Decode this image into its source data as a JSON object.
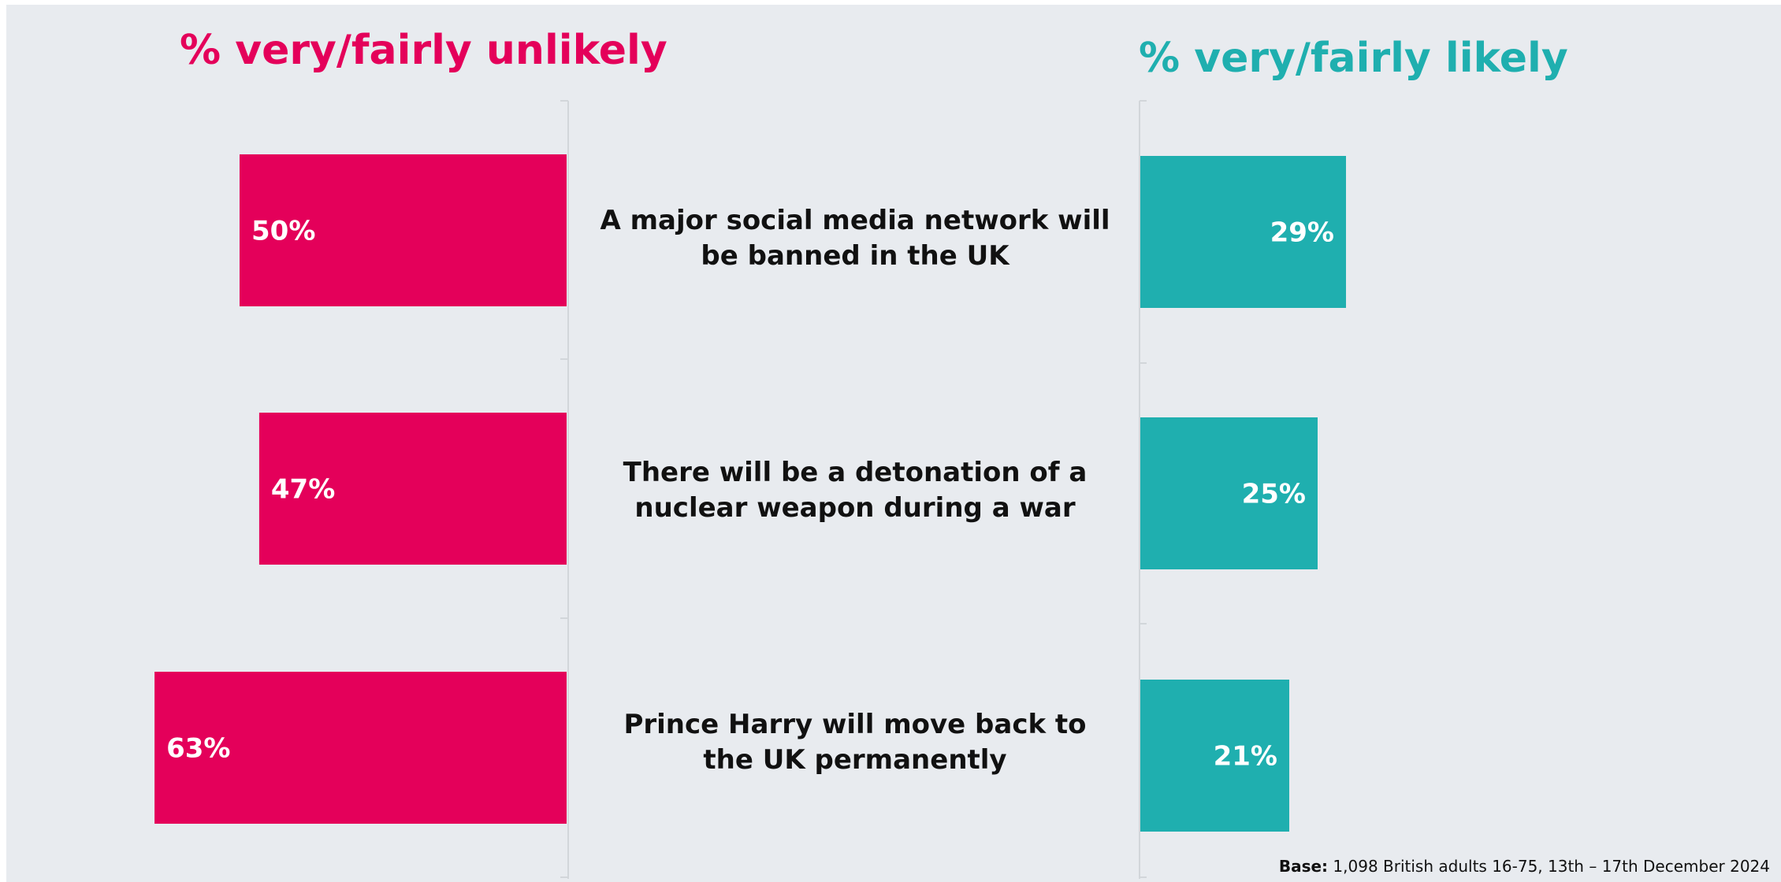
{
  "chart_data": {
    "type": "bar",
    "orientation": "horizontal",
    "layout": "diverging, categories between the two series",
    "categories": [
      "A major social media network will be banned in the UK",
      "There will be a detonation of a nuclear weapon during a war",
      "Prince Harry will move back to the UK permanently"
    ],
    "series": [
      {
        "name": "% very/fairly unlikely",
        "values": [
          50,
          47,
          63
        ],
        "labels": [
          "50%",
          "47%",
          "63%"
        ],
        "color": "#e4005a"
      },
      {
        "name": "% very/fairly likely",
        "values": [
          29,
          25,
          21
        ],
        "labels": [
          "29%",
          "25%",
          "21%"
        ],
        "color": "#1fafaf"
      }
    ],
    "grid": false,
    "legend": "none (series titles printed above each side)"
  },
  "footer": {
    "base_label": "Base:",
    "base_text": "1,098 British adults 16-75, 13th – 17th  December 2024"
  },
  "colors": {
    "background": "#e8ebef",
    "unlikely": "#e4005a",
    "likely": "#1fafaf",
    "divider": "#d2d6da"
  }
}
